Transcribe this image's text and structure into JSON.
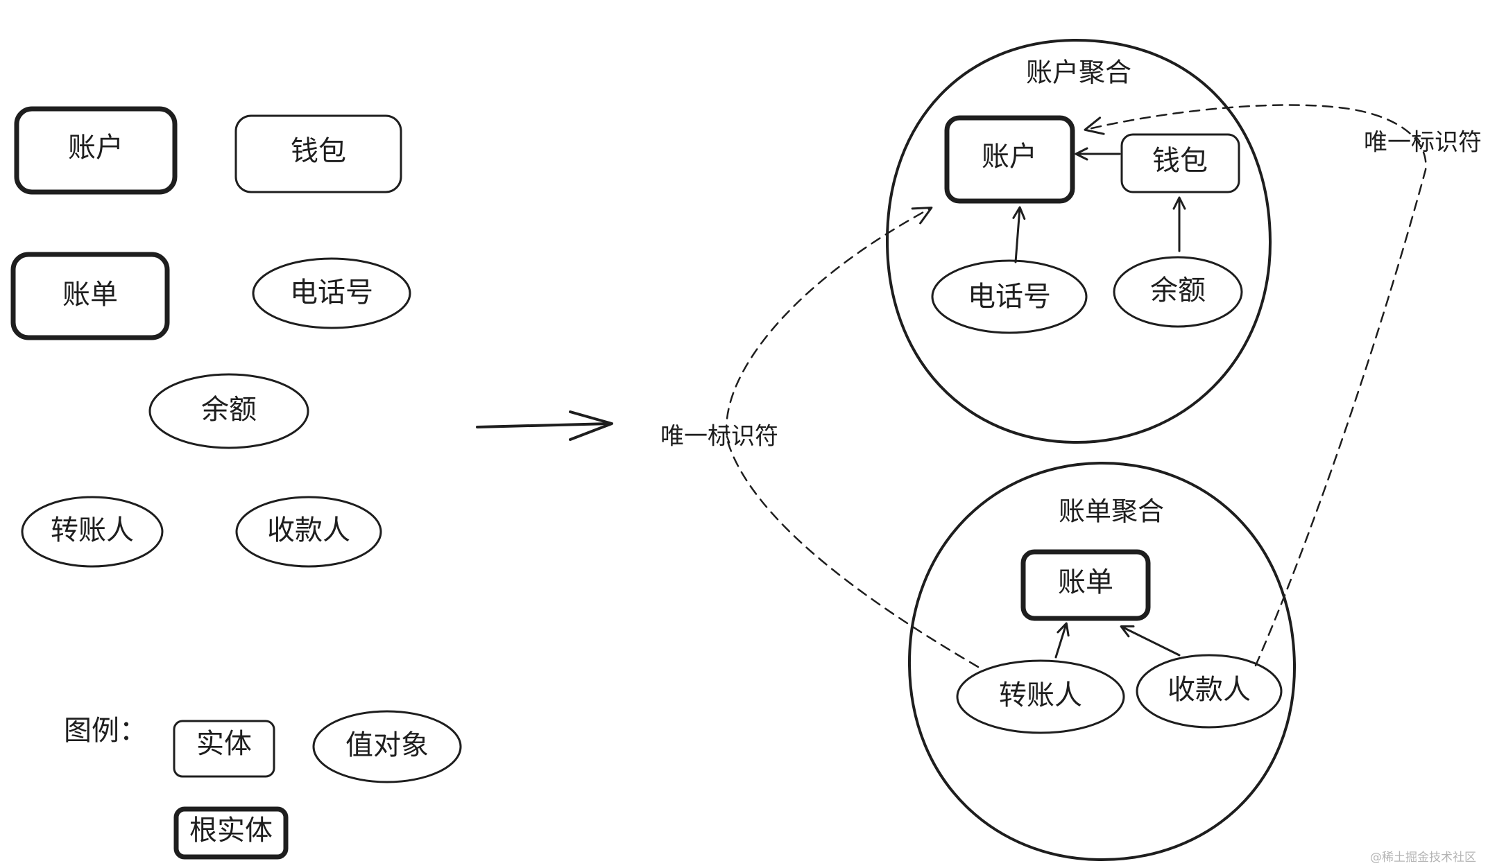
{
  "elements": {
    "account": "账户",
    "wallet": "钱包",
    "bill": "账单",
    "phone_number": "电话号",
    "balance": "余额",
    "payer": "转账人",
    "payee": "收款人"
  },
  "main_arrow": "→",
  "aggregates": {
    "account_aggregate": {
      "title": "账户聚合",
      "root": "账户",
      "entity": "钱包",
      "value_objects": [
        "电话号",
        "余额"
      ]
    },
    "bill_aggregate": {
      "title": "账单聚合",
      "root": "账单",
      "value_objects": [
        "转账人",
        "收款人"
      ]
    }
  },
  "identifier_labels": {
    "left": "唯一标识符",
    "right": "唯一标识符"
  },
  "legend": {
    "heading": "图例：",
    "entity": "实体",
    "value_object": "值对象",
    "root_entity": "根实体"
  },
  "watermark": "@稀土掘金技术社区"
}
